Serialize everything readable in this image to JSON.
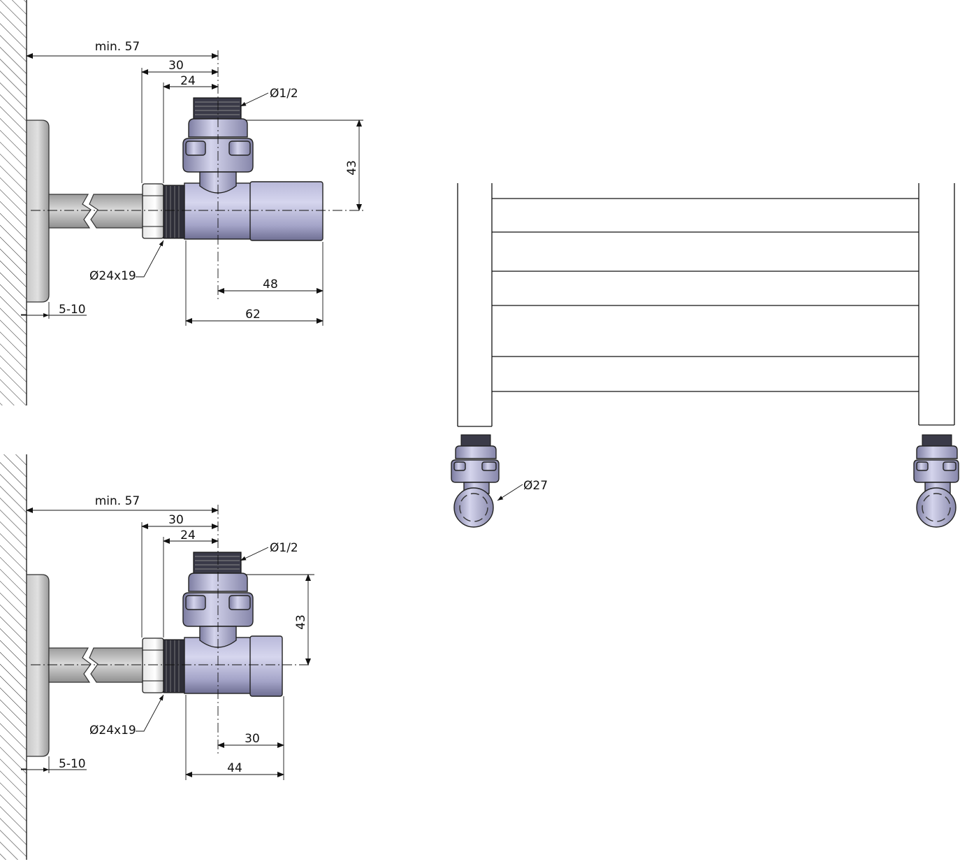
{
  "drawing_top": {
    "dim_min_wall": "min. 57",
    "dim_to_nut": "30",
    "dim_to_thread": "24",
    "dim_thread": "Ø1/2",
    "dim_height": "43",
    "dim_connection": "Ø24x19",
    "dim_wall_gap": "5-10",
    "dim_axis_to_end": "48",
    "dim_total": "62"
  },
  "drawing_bottom": {
    "dim_min_wall": "min. 57",
    "dim_to_nut": "30",
    "dim_to_thread": "24",
    "dim_thread": "Ø1/2",
    "dim_height": "43",
    "dim_connection": "Ø24x19",
    "dim_wall_gap": "5-10",
    "dim_axis_to_end": "30",
    "dim_total": "44"
  },
  "radiator": {
    "dim_valve_cap": "Ø27",
    "bar_count": 6
  },
  "colors": {
    "line": "#111111",
    "metal_light": "#c9c9e4",
    "metal_dark": "#6f6f93",
    "pipe": "#b8b8b8"
  }
}
